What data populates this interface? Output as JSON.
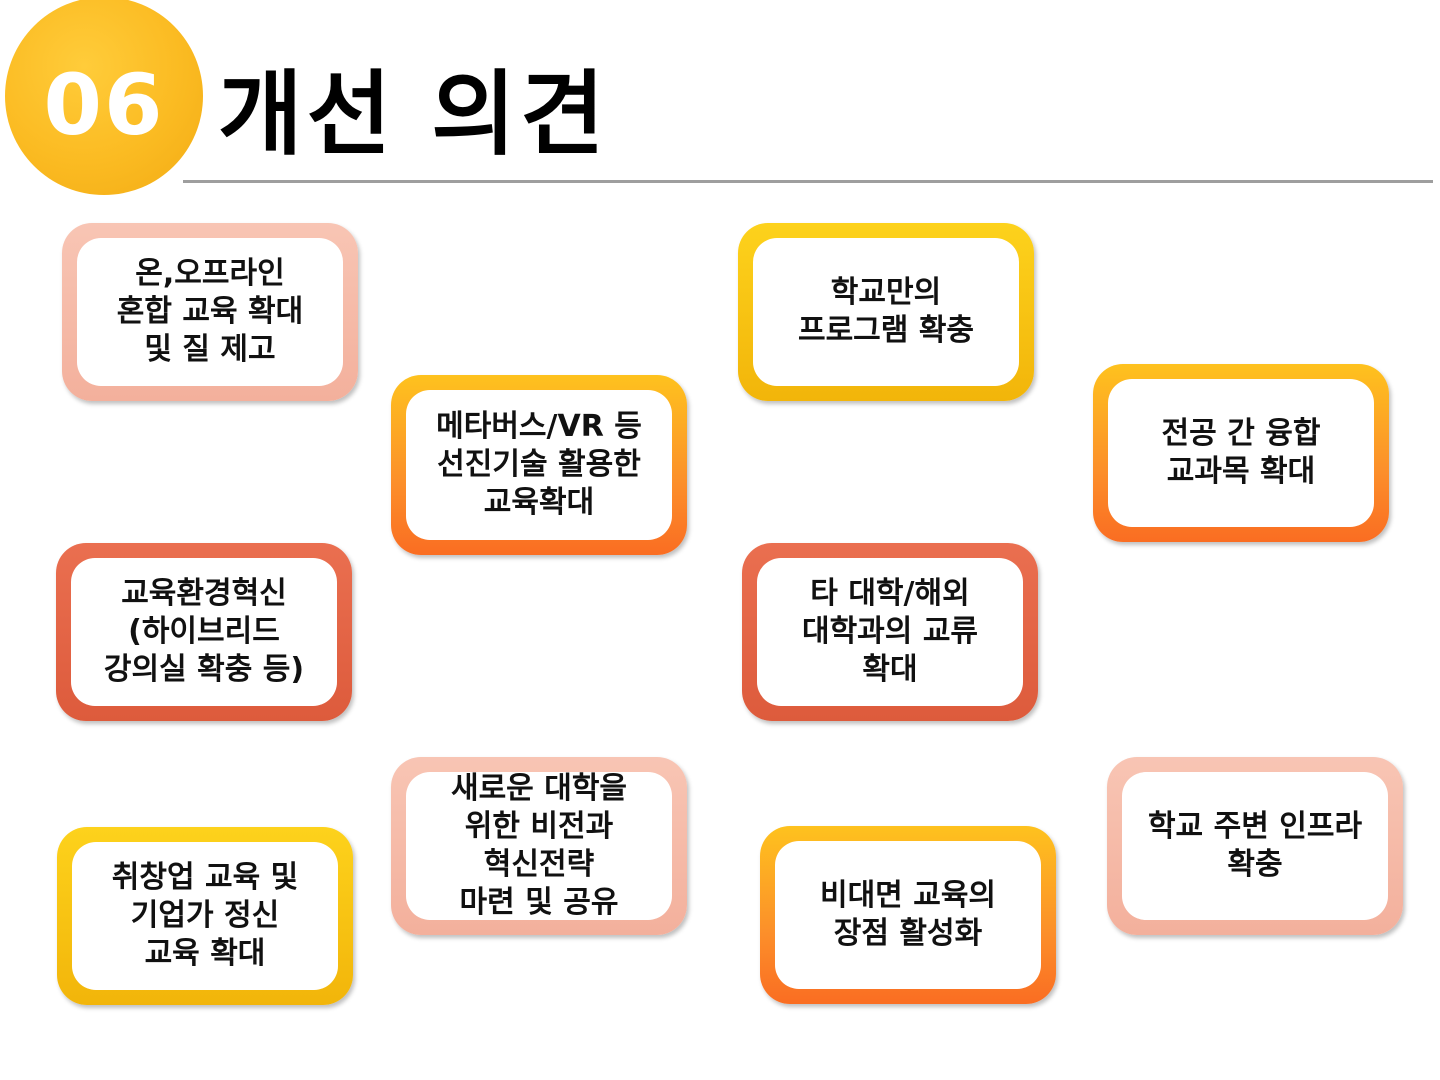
{
  "header": {
    "number": "06",
    "title": "개선 의견"
  },
  "cards": [
    {
      "id": "card-1",
      "text": "온,오프라인\n혼합 교육 확대\n및 질 제고",
      "style": "pink"
    },
    {
      "id": "card-2",
      "text": "학교만의\n프로그램 확충",
      "style": "yellow"
    },
    {
      "id": "card-3",
      "text": "메타버스/VR 등\n선진기술 활용한\n교육확대",
      "style": "orange"
    },
    {
      "id": "card-4",
      "text": "전공 간 융합\n교과목 확대",
      "style": "orange"
    },
    {
      "id": "card-5",
      "text": "교육환경혁신\n(하이브리드\n강의실 확충 등)",
      "style": "red"
    },
    {
      "id": "card-6",
      "text": "타 대학/해외\n대학과의 교류\n확대",
      "style": "red"
    },
    {
      "id": "card-7",
      "text": "새로운 대학을\n위한 비전과\n혁신전략\n마련 및 공유",
      "style": "pink"
    },
    {
      "id": "card-8",
      "text": "학교 주변 인프라\n확충",
      "style": "pink"
    },
    {
      "id": "card-9",
      "text": "취창업 교육 및\n기업가 정신\n교육 확대",
      "style": "yellow"
    },
    {
      "id": "card-10",
      "text": "비대면 교육의\n장점 활성화",
      "style": "orange"
    }
  ],
  "colors": {
    "circle": "#fbbb22",
    "pink": "#f5b8a5",
    "yellow": "#f7c40f",
    "orange": "#fc8f2a",
    "red": "#e2623f",
    "rule": "#9e9e9e"
  }
}
